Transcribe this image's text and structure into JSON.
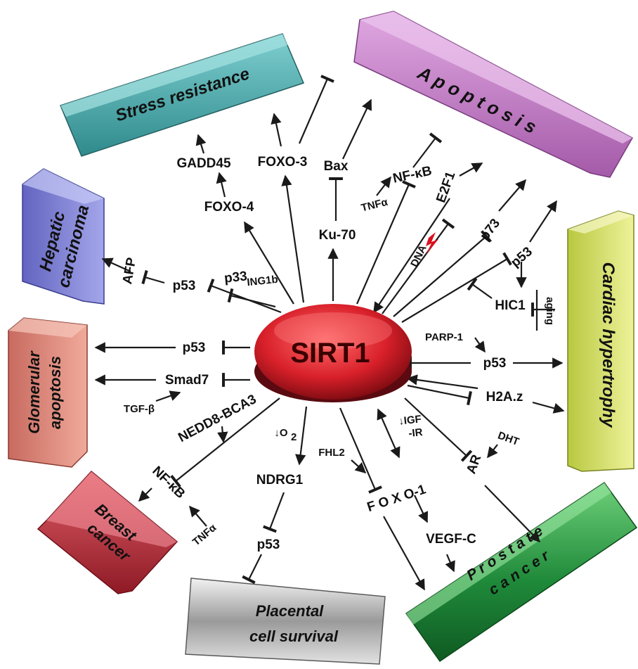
{
  "hub": "SIRT1",
  "outcomes": {
    "stress_resistance": "Stress resistance",
    "apoptosis": "A p o p t o s i s",
    "hepatic_line1": "Hepatic",
    "hepatic_line2": "carcinoma",
    "glomerular_line1": "Glomerular",
    "glomerular_line2": "apoptosis",
    "breast_line1": "Breast",
    "breast_line2": "cancer",
    "placental_line1": "Placental",
    "placental_line2": "cell survival",
    "prostate_line1": "P r o s t a t e",
    "prostate_line2": "c a n c e r",
    "cardiac": "Cardiac hypertrophy"
  },
  "nodes": {
    "gadd45": "GADD45",
    "foxo3": "FOXO-3",
    "bax": "Bax",
    "foxo4": "FOXO-4",
    "ku70": "Ku-70",
    "nfkb_top": "NF-κB",
    "tnfa_top": "TNFα",
    "e2f1": "E2F1",
    "dna": "DNA",
    "p73": "p73",
    "p53_apop": "p53",
    "hic1": "HIC1",
    "aging": "aging",
    "afp": "AFP",
    "p53_hep": "p53",
    "p33": "p33",
    "p33_sub": "ING1b",
    "p53_glom": "p53",
    "smad7": "Smad7",
    "tgfb": "TGF-β",
    "parp1": "PARP-1",
    "p53_card": "p53",
    "h2az": "H2A.z",
    "dht": "DHT",
    "ar": "AR",
    "nedd8": "NEDD8-BCA3",
    "nfkb_breast": "NF-κB",
    "tnfa_breast": "TNFα",
    "o2": "↓O",
    "o2_sub": "2",
    "ndrg1": "NDRG1",
    "p53_plac": "p53",
    "fhl2": "FHL2",
    "igf": "↓IGF",
    "igf_ir": "-IR",
    "foxo1": "F O X O-1",
    "vegfc": "VEGF-C"
  },
  "colors": {
    "hub": "#d8202a",
    "stress": "#4aa8a8",
    "apoptosis": "#c57fc8",
    "hepatic": "#7d7fd0",
    "glomerular": "#e08a7a",
    "breast": "#c23040",
    "placental": "#b5b5b5",
    "prostate": "#2aa04a",
    "cardiac": "#d6e46a"
  }
}
